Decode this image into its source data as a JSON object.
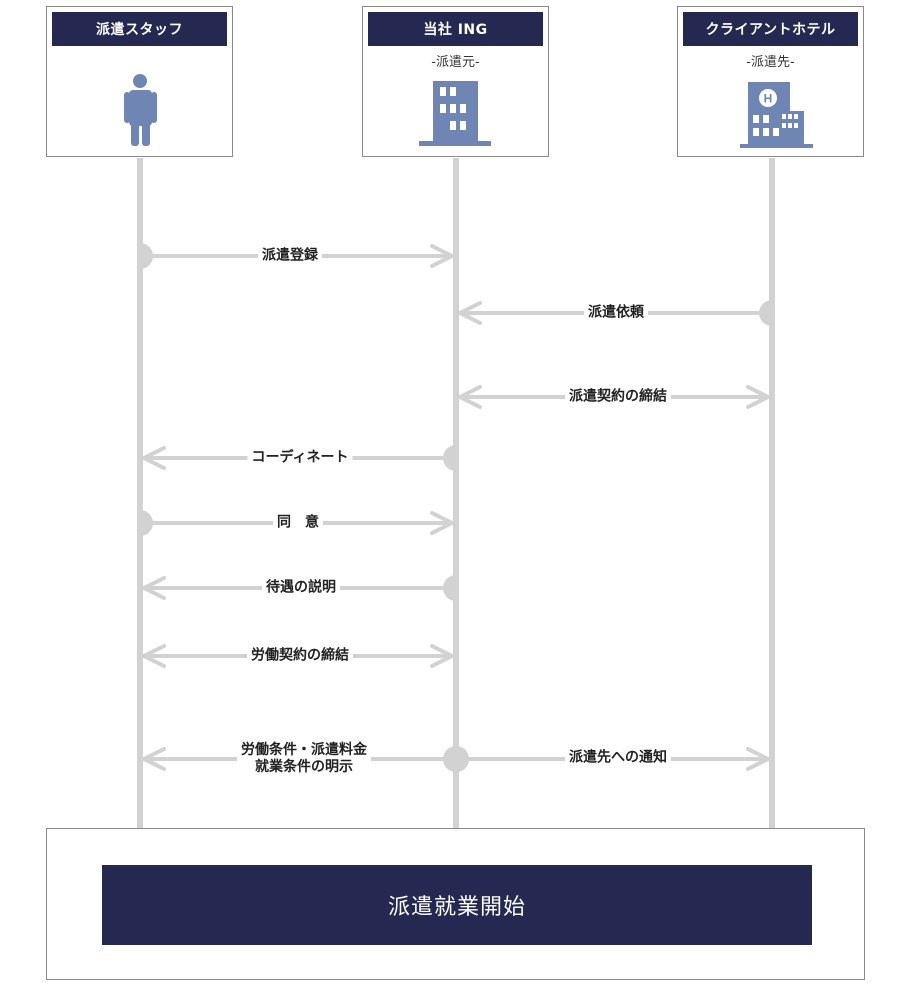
{
  "actors": [
    {
      "title": "派遣スタッフ",
      "sub": "",
      "icon": "person-icon"
    },
    {
      "title": "当社 ING",
      "sub": "-派遣元-",
      "icon": "office-building-icon"
    },
    {
      "title": "クライアントホテル",
      "sub": "-派遣先-",
      "icon": "hotel-building-icon"
    }
  ],
  "messages": [
    {
      "from": 0,
      "to": 1,
      "label": "派遣登録",
      "both": false
    },
    {
      "from": 2,
      "to": 1,
      "label": "派遣依頼",
      "both": false
    },
    {
      "from": 1,
      "to": 2,
      "label": "派遣契約の締結",
      "both": true
    },
    {
      "from": 1,
      "to": 0,
      "label": "コーディネート",
      "both": false
    },
    {
      "from": 0,
      "to": 1,
      "label": "同　意",
      "both": false
    },
    {
      "from": 1,
      "to": 0,
      "label": "待遇の説明",
      "both": false
    },
    {
      "from": 0,
      "to": 1,
      "label": "労働契約の締結",
      "both": true
    },
    {
      "from": 1,
      "to": 0,
      "label_line1": "労働条件・派遣料金",
      "label_line2": "就業条件の明示",
      "both": false
    },
    {
      "from": 1,
      "to": 2,
      "label": "派遣先への通知",
      "both": false
    }
  ],
  "bottom": {
    "label": "派遣就業開始"
  },
  "colors": {
    "navy": "#252851",
    "line": "#d2d2d2",
    "icon": "#6f86b5"
  }
}
